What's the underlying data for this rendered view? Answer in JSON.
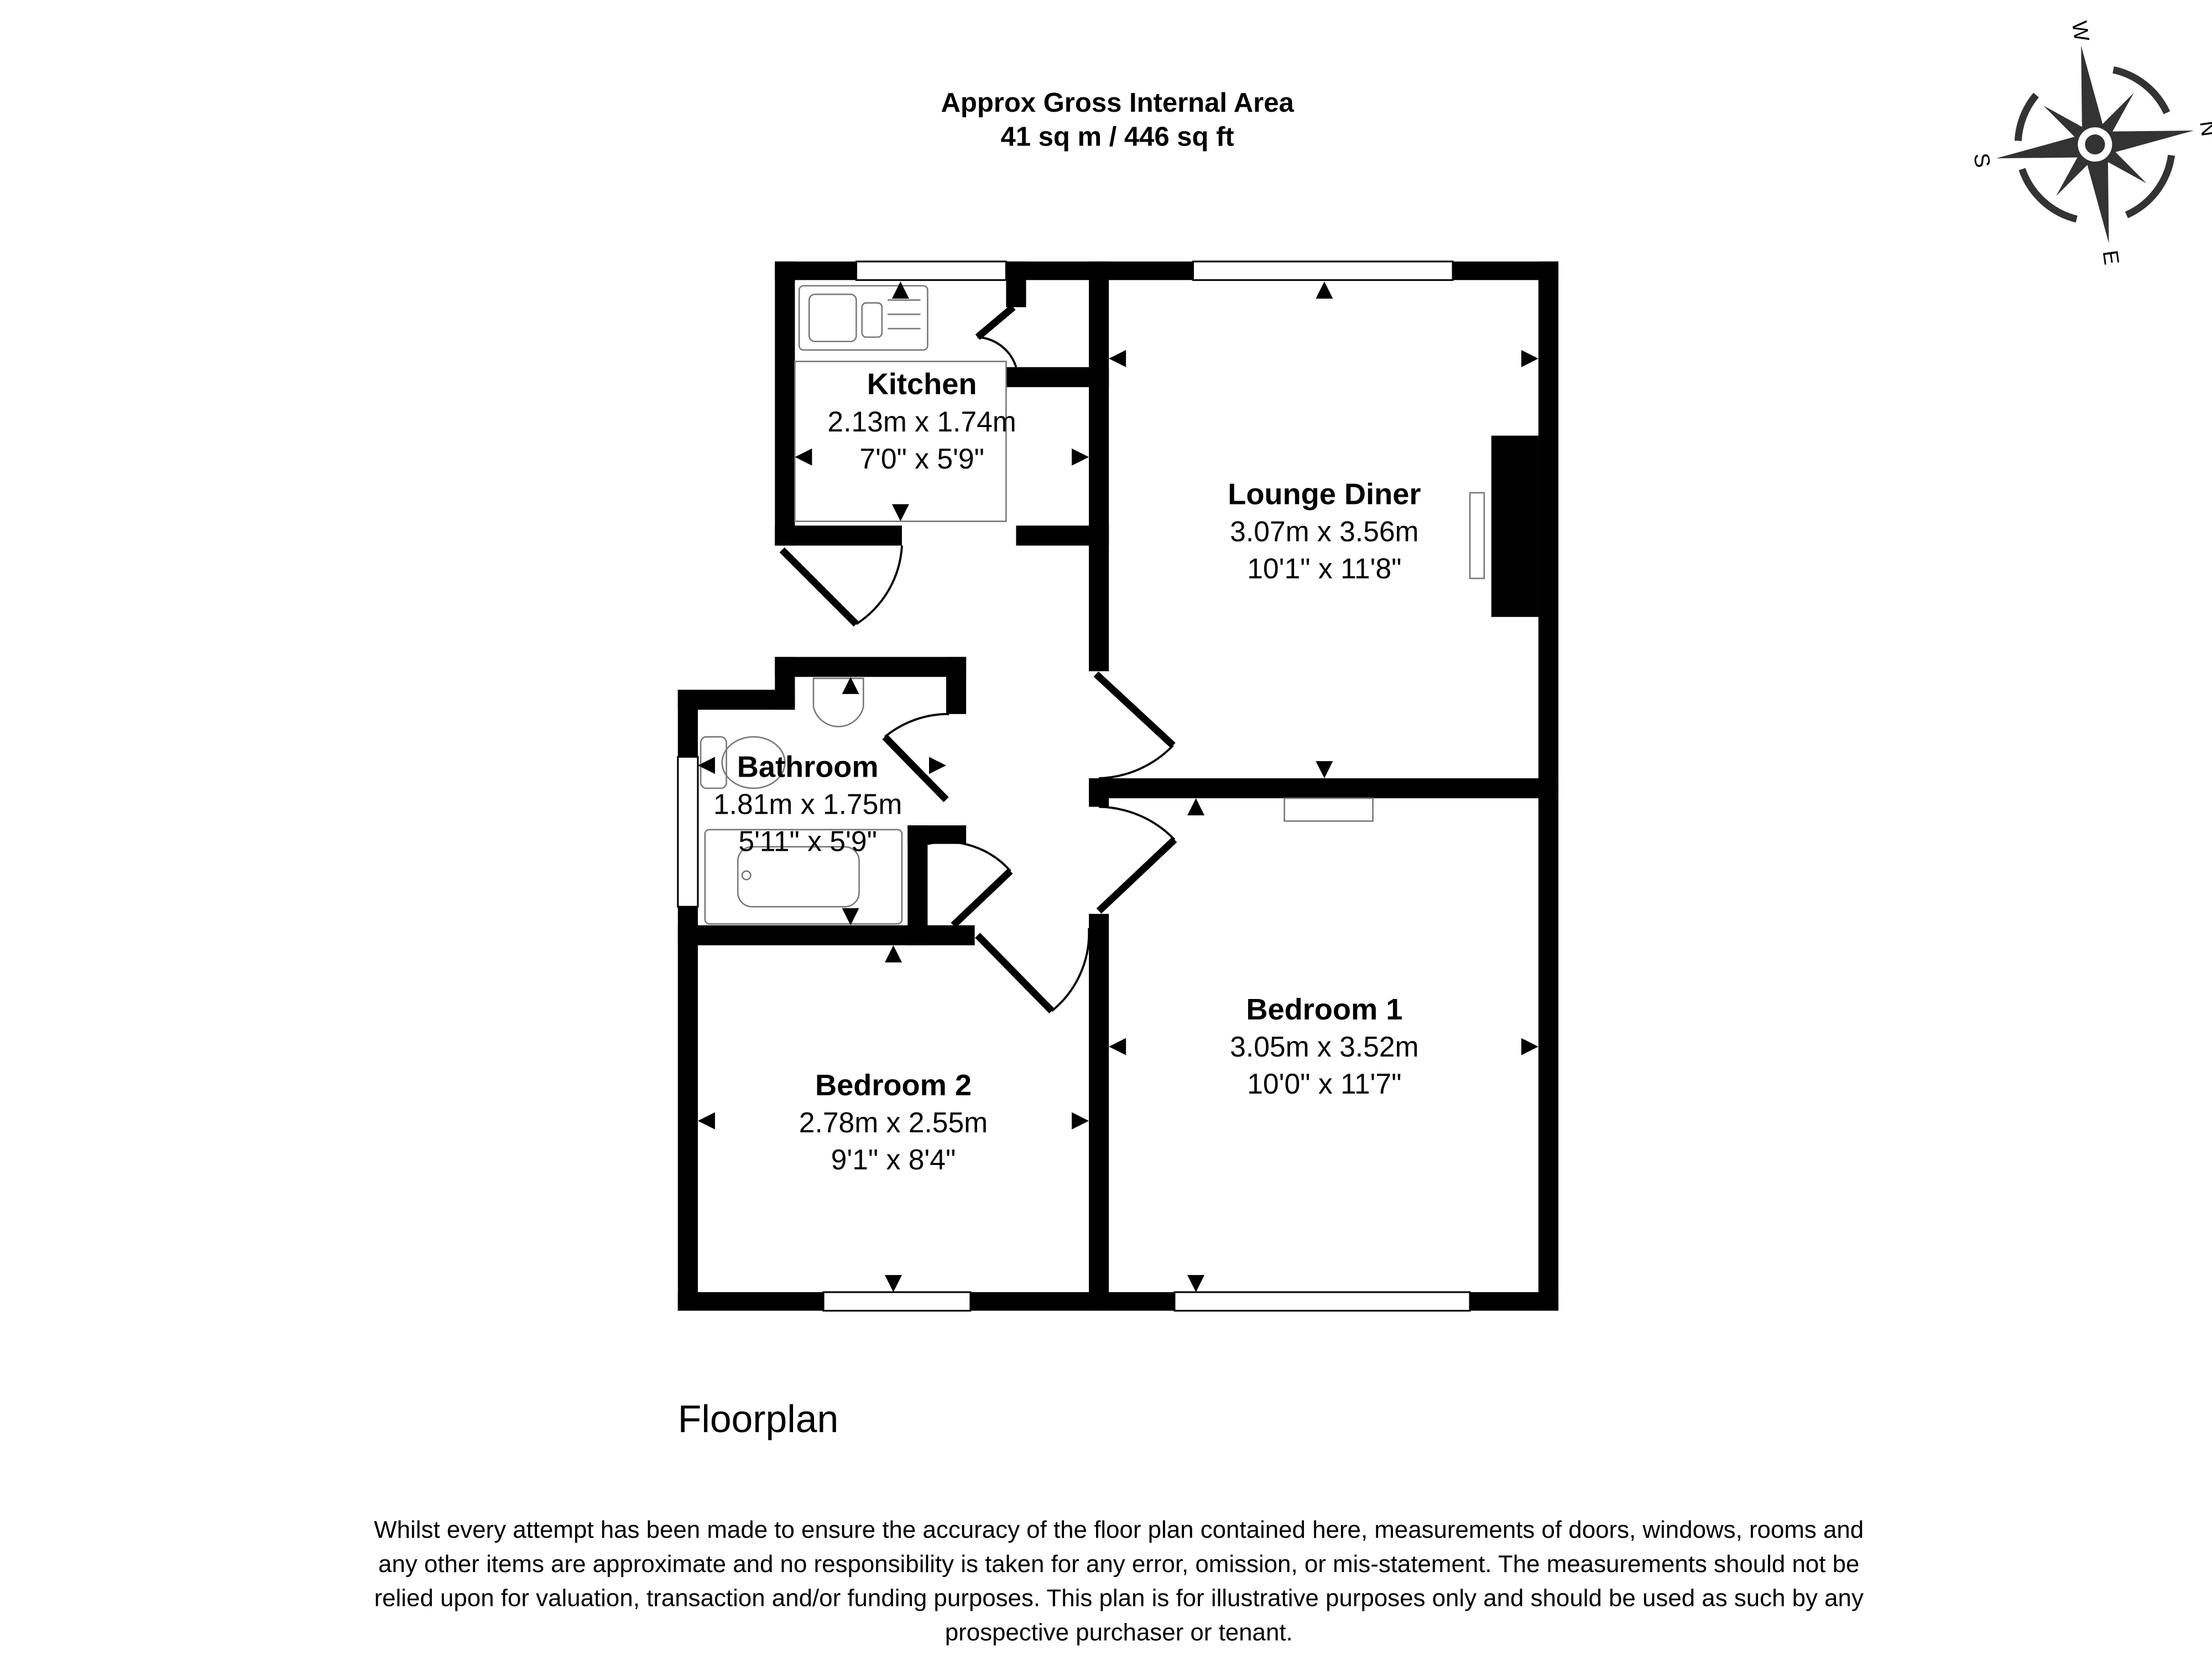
{
  "header": {
    "title": "Approx Gross Internal Area",
    "area": "41 sq m / 446 sq ft"
  },
  "compass": {
    "n": "N",
    "s": "S",
    "e": "E",
    "w": "W"
  },
  "rooms": [
    {
      "name": "Kitchen",
      "metric": "2.13m x 1.74m",
      "imperial": "7'0\" x 5'9\""
    },
    {
      "name": "Lounge Diner",
      "metric": "3.07m x 3.56m",
      "imperial": "10'1\" x 11'8\""
    },
    {
      "name": "Bathroom",
      "metric": "1.81m x 1.75m",
      "imperial": "5'11\" x 5'9\""
    },
    {
      "name": "Bedroom 1",
      "metric": "3.05m x 3.52m",
      "imperial": "10'0\" x 11'7\""
    },
    {
      "name": "Bedroom 2",
      "metric": "2.78m x 2.55m",
      "imperial": "9'1\" x 8'4\""
    }
  ],
  "floor_label": "Floorplan",
  "disclaimer": [
    "Whilst every attempt has been made to ensure the accuracy of the floor plan contained here, measurements of doors, windows, rooms and",
    "any other items are approximate and no responsibility is taken for any error, omission, or mis-statement. The measurements should not be",
    "relied upon for valuation, transaction and/or funding purposes. This plan is for illustrative purposes only and should be used as such by any",
    "prospective purchaser or tenant."
  ]
}
